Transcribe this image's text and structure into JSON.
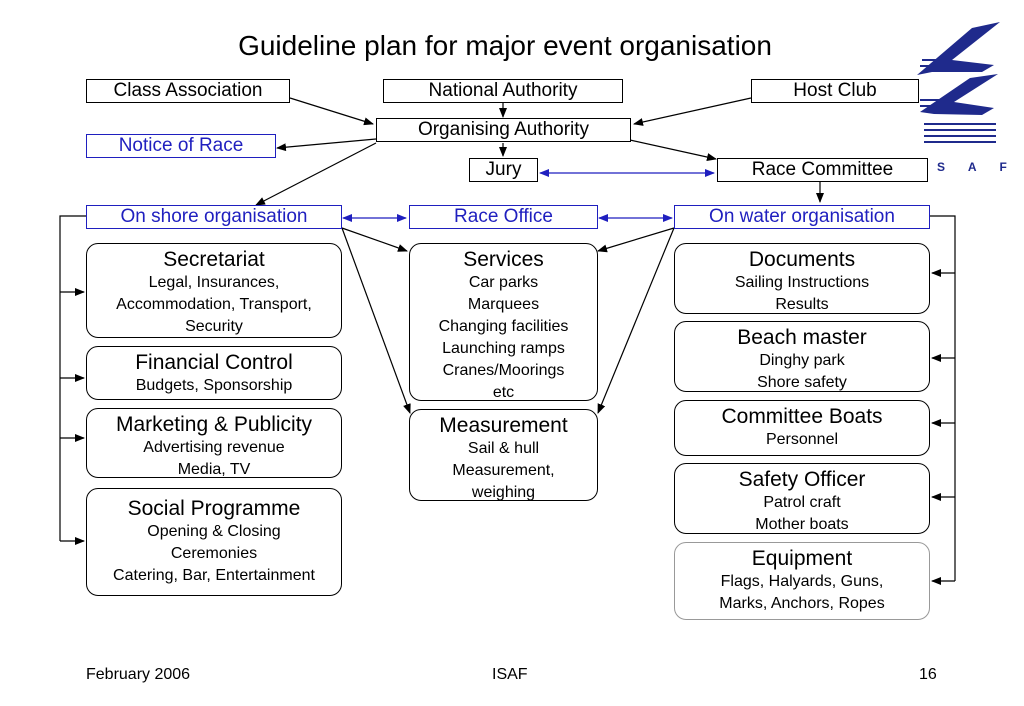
{
  "title": "Guideline plan for major event organisation",
  "top": {
    "class_association": "Class Association",
    "national_authority": "National Authority",
    "host_club": "Host Club",
    "organising_authority": "Organising Authority",
    "notice_of_race": "Notice of Race",
    "jury": "Jury",
    "race_committee": "Race Committee"
  },
  "mid": {
    "on_shore": "On shore organisation",
    "race_office": "Race Office",
    "on_water": "On water organisation"
  },
  "left_cards": [
    {
      "heading": "Secretariat",
      "lines": [
        "Legal, Insurances,",
        "Accommodation, Transport,",
        "Security"
      ]
    },
    {
      "heading": "Financial Control",
      "lines": [
        "Budgets, Sponsorship"
      ]
    },
    {
      "heading": "Marketing & Publicity",
      "lines": [
        "Advertising revenue",
        "Media, TV"
      ]
    },
    {
      "heading": "Social Programme",
      "lines": [
        "Opening & Closing",
        "Ceremonies",
        "Catering, Bar, Entertainment"
      ]
    }
  ],
  "center_cards": [
    {
      "heading": "Services",
      "lines": [
        "Car parks",
        "Marquees",
        "Changing facilities",
        "Launching ramps",
        "Cranes/Moorings",
        "etc"
      ]
    },
    {
      "heading": "Measurement",
      "lines": [
        "Sail & hull",
        "Measurement,",
        "weighing"
      ]
    }
  ],
  "right_cards": [
    {
      "heading": "Documents",
      "lines": [
        "Sailing Instructions",
        "Results"
      ]
    },
    {
      "heading": "Beach master",
      "lines": [
        "Dinghy park",
        "Shore safety"
      ]
    },
    {
      "heading": "Committee Boats",
      "lines": [
        "Personnel"
      ]
    },
    {
      "heading": "Safety Officer",
      "lines": [
        "Patrol craft",
        "Mother boats"
      ]
    },
    {
      "heading": "Equipment",
      "lines": [
        "Flags, Halyards, Guns,",
        "Marks, Anchors, Ropes"
      ]
    }
  ],
  "logo": {
    "letters": "S A F",
    "color": "#1f2a8c"
  },
  "footer": {
    "date": "February 2006",
    "org": "ISAF",
    "page": "16"
  }
}
